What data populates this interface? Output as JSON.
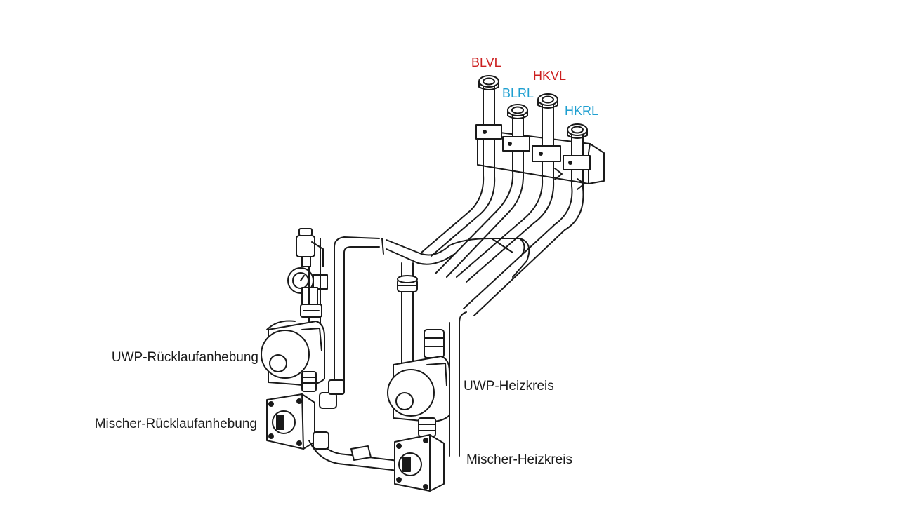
{
  "colors": {
    "supply": "#cc1f1f",
    "return": "#1e9fd0",
    "text": "#1a1a1a",
    "line": "#1a1a1a",
    "background": "#ffffff"
  },
  "connections": {
    "blvl": "BLVL",
    "blrl": "BLRL",
    "hkvl": "HKVL",
    "hkrl": "HKRL"
  },
  "components": {
    "uwp_ruecklauf": "UWP-Rücklaufanhebung",
    "mischer_ruecklauf": "Mischer-Rücklaufanhebung",
    "uwp_heizkreis": "UWP-Heizkreis",
    "mischer_heizkreis": "Mischer-Heizkreis"
  }
}
